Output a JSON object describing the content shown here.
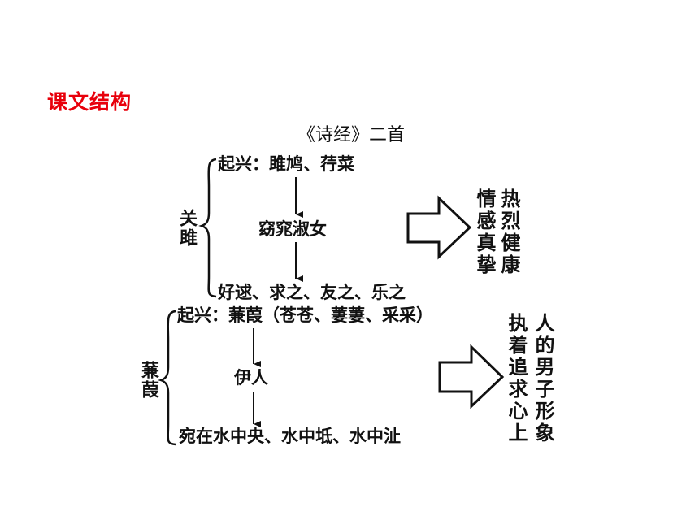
{
  "section_title": "课文结构",
  "diagram_title": "《诗经》二首",
  "guanju": {
    "label": "关雎",
    "start": "起兴：雎鸠、荇菜",
    "middle": "窈窕淑女",
    "end": "好逑、求之、友之、乐之",
    "conclusion_left": "情感真挚",
    "conclusion_right": "热烈健康"
  },
  "jianjia": {
    "label": "蒹葭",
    "start": "起兴：蒹葭（苍苍、萋萋、采采）",
    "middle": "伊人",
    "end": "宛在水中央、水中坻、水中沚",
    "conclusion_left": "执着追求心上",
    "conclusion_right": "人的男子形象"
  }
}
